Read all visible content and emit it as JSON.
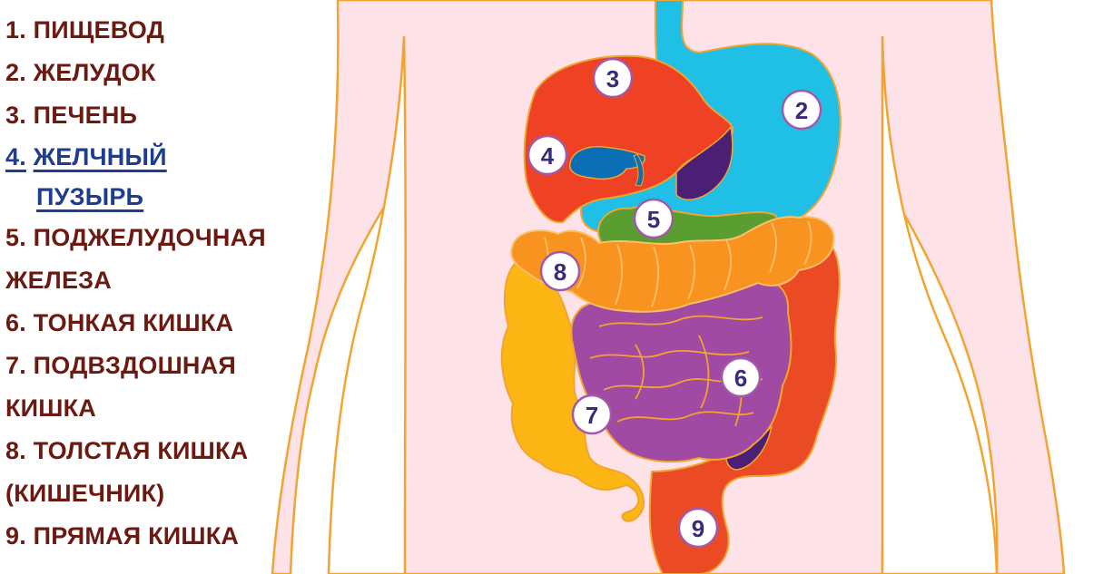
{
  "legend": {
    "items": [
      {
        "number": "1.",
        "lines": [
          "ПИЩЕВОД"
        ]
      },
      {
        "number": "2.",
        "lines": [
          "ЖЕЛУДОК"
        ]
      },
      {
        "number": "3.",
        "lines": [
          "ПЕЧЕНЬ"
        ]
      },
      {
        "number": "4.",
        "lines": [
          "ЖЕЛЧНЫЙ",
          "ПУЗЫРЬ"
        ]
      },
      {
        "number": "5.",
        "lines": [
          "ПОДЖЕЛУДОЧНАЯ",
          "ЖЕЛЕЗА"
        ]
      },
      {
        "number": "6.",
        "lines": [
          "ТОНКАЯ КИШКА"
        ]
      },
      {
        "number": "7.",
        "lines": [
          "ПОДВЗДОШНАЯ",
          "КИШКА"
        ]
      },
      {
        "number": "8.",
        "lines": [
          "ТОЛСТАЯ КИШКА",
          "(КИШЕЧНИК)"
        ]
      },
      {
        "number": "9.",
        "lines": [
          "ПРЯМАЯ КИШКА"
        ]
      }
    ],
    "active_index": 3
  },
  "markers": [
    "2",
    "3",
    "4",
    "5",
    "8",
    "6",
    "7",
    "9"
  ],
  "colors": {
    "body": "#fde2e7",
    "outline": "#f1a430",
    "stomach": "#1fbfe6",
    "liver": "#ef4123",
    "gallbladder": "#0a6fb4",
    "pancreas": "#5a9e32",
    "large_intestine": "#f7931e",
    "small_intestine": "#a14aa4",
    "ileum": "#fbb614",
    "rectum": "#ea4a24",
    "legend_text": "#6b1a12",
    "legend_active": "#1f3d8f"
  }
}
